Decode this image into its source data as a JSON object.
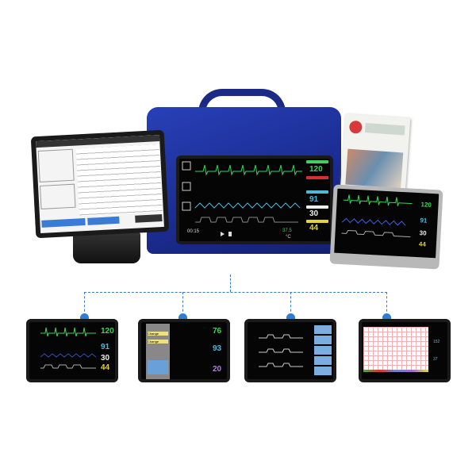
{
  "colors": {
    "bag": "#1f2f9a",
    "ecg": "#3cd35a",
    "spo2": "#4fb8d8",
    "resp": "#e8e8e8",
    "etco2": "#e2d43a",
    "nibp": "#b050c8",
    "hr_alarm": "#d83030",
    "connector": "#3a78c8"
  },
  "main_monitor": {
    "hr": "120",
    "spo2": "91",
    "resp": "30",
    "etco2": "44",
    "time": "00:15",
    "temp": "37.5",
    "temp_unit": "°C"
  },
  "right_tablet": {
    "hr": "120",
    "spo2": "91",
    "resp": "30",
    "etco2": "44"
  },
  "screens": [
    {
      "hr": "120",
      "spo2": "91",
      "resp": "30",
      "etco2": "44"
    },
    {
      "hr": "76",
      "spo2": "93",
      "resp": "20",
      "menu": [
        "Change",
        "Change"
      ]
    },
    {
      "type": "ibp-trends"
    },
    {
      "type": "ctg-paper",
      "values": [
        "152",
        "37"
      ]
    }
  ],
  "icons": [
    "bell-icon",
    "waveform-icon",
    "play-icon",
    "pause-icon"
  ]
}
